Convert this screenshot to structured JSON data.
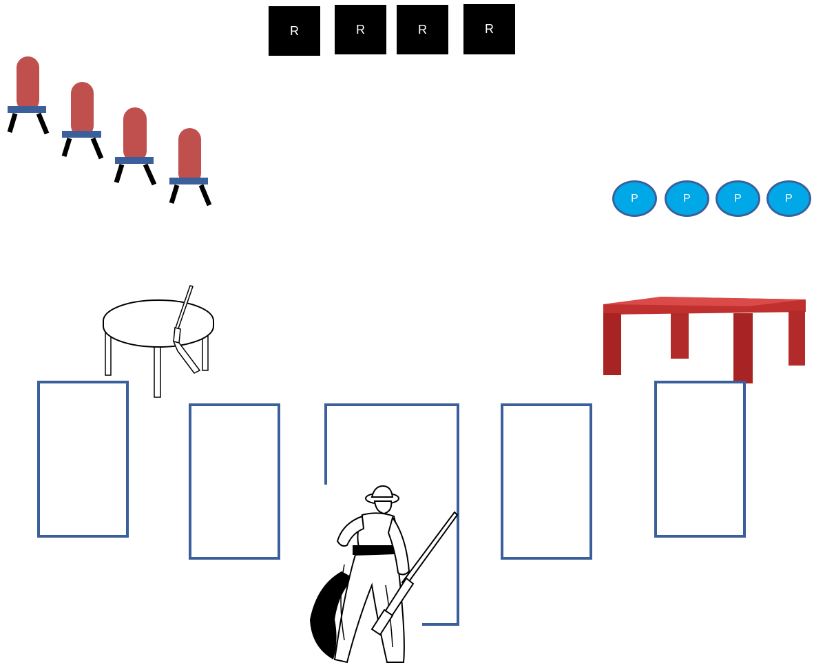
{
  "rifle_targets": [
    {
      "label": "R"
    },
    {
      "label": "R"
    },
    {
      "label": "R"
    },
    {
      "label": "R"
    }
  ],
  "pistol_targets": [
    {
      "label": "P"
    },
    {
      "label": "P"
    },
    {
      "label": "P"
    },
    {
      "label": "P"
    }
  ],
  "icons": {
    "knockdown": "knockdown-target-icon",
    "round_table": "round-table-with-rifle-icon",
    "red_table": "red-table-icon",
    "shooter": "cowboy-shooter-icon"
  },
  "colors": {
    "rifle_target": "#000000",
    "pistol_target": "#00a8e8",
    "pistol_border": "#3a5f9a",
    "shooting_box": "#3a5f9a",
    "knockdown": "#c0504d",
    "red_table": "#c0302f"
  }
}
